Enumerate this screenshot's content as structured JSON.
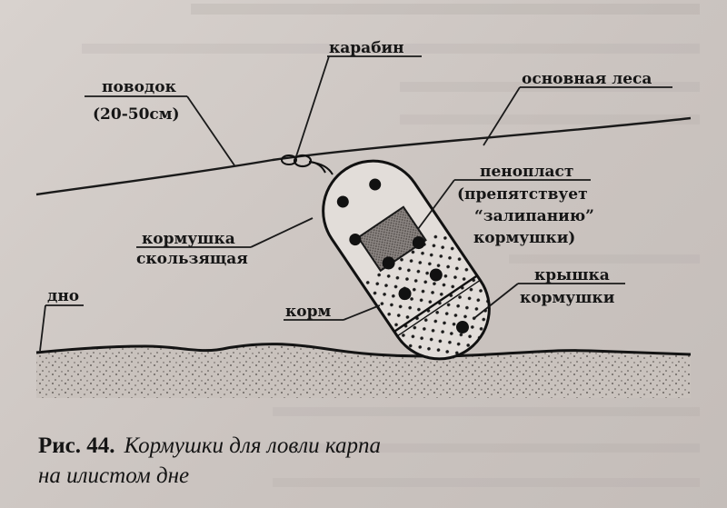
{
  "labels": {
    "carabiner": "карабин",
    "leader": "поводок",
    "leader_length": "(20-50см)",
    "main_line": "основная леса",
    "foam": "пенопласт",
    "foam_note_1": "(препятствует",
    "foam_note_2": "“залипанию”",
    "foam_note_3": "кормушки)",
    "feeder_1": "кормушка",
    "feeder_2": "скользящая",
    "bottom": "дно",
    "bait": "корм",
    "lid_1": "крышка",
    "lid_2": "кормушки"
  },
  "caption": {
    "number": "Рис. 44.",
    "line1": "Кормушки для ловли карпа",
    "line2": "на илистом дне"
  }
}
